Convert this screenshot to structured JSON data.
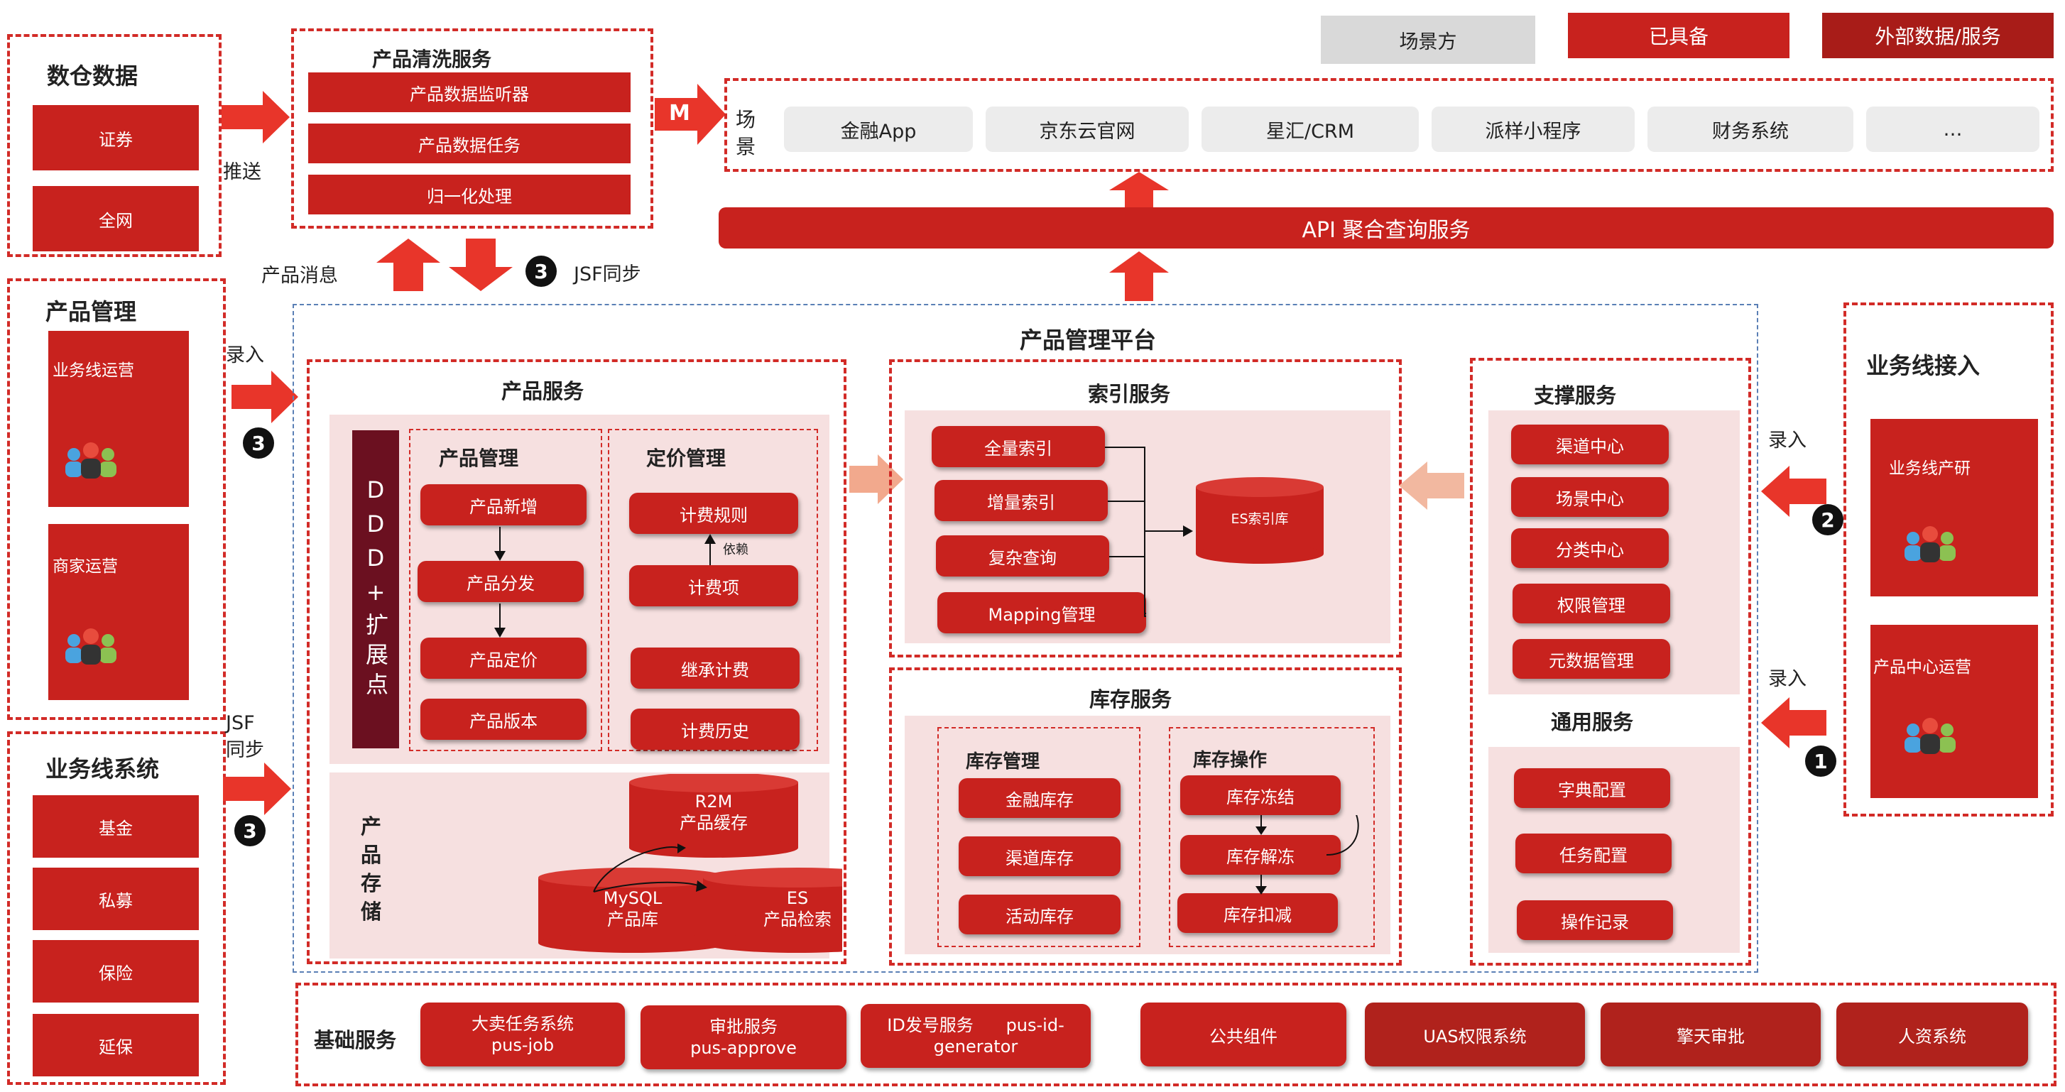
{
  "legend": {
    "scene": "场景方",
    "ready": "已具备",
    "external": "外部数据/服务"
  },
  "warehouse": {
    "title": "数仓数据",
    "items": [
      "证券",
      "全网"
    ]
  },
  "push_label": "推送",
  "cleaning": {
    "title": "产品清洗服务",
    "items": [
      "产品数据监听器",
      "产品数据任务",
      "归一化处理"
    ]
  },
  "m_label": "M",
  "scenes": {
    "label": "场景",
    "items": [
      "金融App",
      "京东云官网",
      "星汇/CRM",
      "派样小程序",
      "财务系统",
      "…"
    ]
  },
  "api_bar": "API 聚合查询服务",
  "product_msg": "产品消息",
  "jsf_sync": "JSF同步",
  "mgmt": {
    "title": "产品管理",
    "items": [
      "业务线运营",
      "商家运营"
    ]
  },
  "enter_label": "录入",
  "bizsys": {
    "title": "业务线系统",
    "items": [
      "基金",
      "私募",
      "保险",
      "延保"
    ],
    "sync": "JSF\n同步"
  },
  "platform": {
    "title": "产品管理平台"
  },
  "product_service": {
    "title": "产品服务",
    "ddd": "DDD+扩展点",
    "product_mgmt": {
      "title": "产品管理",
      "items": [
        "产品新增",
        "产品分发",
        "产品定价",
        "产品版本"
      ]
    },
    "pricing_mgmt": {
      "title": "定价管理",
      "items": [
        "计费规则",
        "计费项",
        "继承计费",
        "计费历史"
      ],
      "depends": "依赖"
    },
    "storage": {
      "title": "产品存储",
      "r2m": "R2M\n产品缓存",
      "mysql": "MySQL\n产品库",
      "es": "ES\n产品检索"
    }
  },
  "index_service": {
    "title": "索引服务",
    "items": [
      "全量索引",
      "增量索引",
      "复杂查询",
      "Mapping管理"
    ],
    "es": "ES索引库"
  },
  "stock_service": {
    "title": "库存服务",
    "mgmt": {
      "title": "库存管理",
      "items": [
        "金融库存",
        "渠道库存",
        "活动库存"
      ]
    },
    "ops": {
      "title": "库存操作",
      "items": [
        "库存冻结",
        "库存解冻",
        "库存扣减"
      ]
    }
  },
  "support_service": {
    "title": "支撑服务",
    "items": [
      "渠道中心",
      "场景中心",
      "分类中心",
      "权限管理",
      "元数据管理"
    ]
  },
  "common_service": {
    "title": "通用服务",
    "items": [
      "字典配置",
      "任务配置",
      "操作记录"
    ]
  },
  "bizline": {
    "title": "业务线接入",
    "items": [
      "业务线产研",
      "产品中心运营"
    ]
  },
  "badges": {
    "one": "1",
    "two": "2",
    "three": "3"
  },
  "base": {
    "title": "基础服务",
    "items": [
      "大卖任务系统\npus-job",
      "审批服务\npus-approve",
      "ID发号服务      pus-id-\ngenerator",
      "公共组件",
      "UAS权限系统",
      "擎天审批",
      "人资系统"
    ]
  },
  "colors": {
    "accent": "#c8221e",
    "dark": "#6b1020",
    "arrow": "#e8352a",
    "pink": "#f6e0e0"
  }
}
